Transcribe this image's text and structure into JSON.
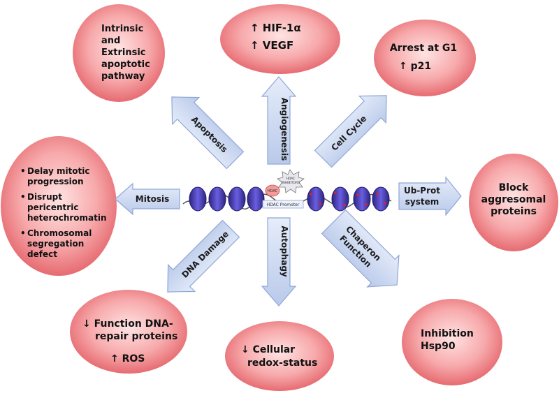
{
  "center": {
    "inhibitor_label": "HDAC INHIBITORS",
    "hdac_label": "HDAC",
    "promoter_label": "HDAC Promoter"
  },
  "arrows": {
    "apoptosis": "Apoptosis",
    "angiogenesis": "Angiogenesis",
    "cell_cycle": "Cell Cycle",
    "mitosis": "Mitosis",
    "ub_prot_line1": "Ub-Prot",
    "ub_prot_line2": "system",
    "dna_damage": "DNA Damage",
    "autophagy": "Autophagy",
    "chaperon_line1": "Chaperon",
    "chaperon_line2": "Function"
  },
  "bubbles": {
    "apoptotic": [
      "Intrinsic",
      "and",
      "Extrinsic",
      "apoptotic",
      "pathway"
    ],
    "angio": {
      "line1": "↑ HIF-1α",
      "line2": "↑ VEGF"
    },
    "arrest": {
      "line1": "Arrest at G1",
      "line2": "↑ p21"
    },
    "mitotic": {
      "bullet1": [
        "Delay mitotic",
        "progression"
      ],
      "bullet2": [
        "Disrupt",
        "pericentric",
        "heterochromatin"
      ],
      "bullet3": [
        "Chromosomal",
        "segregation",
        "defect"
      ]
    },
    "aggresomal": [
      "Block",
      "aggresomal",
      "proteins"
    ],
    "dna_repair": {
      "line1": "↓ Function DNA-",
      "line2": "repair proteins",
      "line3": "↑ ROS"
    },
    "redox": {
      "line1": "↓ Cellular",
      "line2": "redox-status"
    },
    "hsp90": [
      "Inhibition",
      "Hsp90"
    ]
  },
  "colors": {
    "bubble_center": "#ffe3e3",
    "bubble_edge": "#e86a6f",
    "arrow_fill": "#c5d3ef",
    "arrow_stroke": "#8fa6d6",
    "nucleosome": "#5a4fbf"
  }
}
